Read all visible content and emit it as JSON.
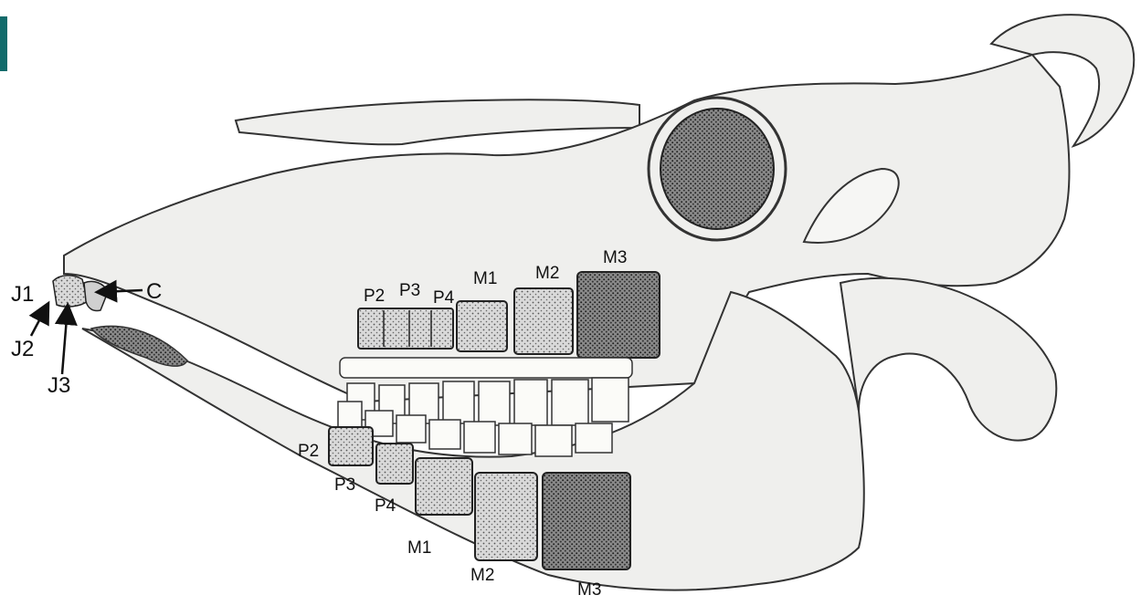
{
  "accent_color": "#116b6b",
  "labels": {
    "incisors": {
      "j1": "J1",
      "j2": "J2",
      "j3": "J3",
      "c": "C"
    },
    "upper": {
      "p2": "P2",
      "p3": "P3",
      "p4": "P4",
      "m1": "M1",
      "m2": "M2",
      "m3": "M3"
    },
    "lower": {
      "p2": "P2",
      "p3": "P3",
      "p4": "P4",
      "m1": "M1",
      "m2": "M2",
      "m3": "M3"
    }
  }
}
